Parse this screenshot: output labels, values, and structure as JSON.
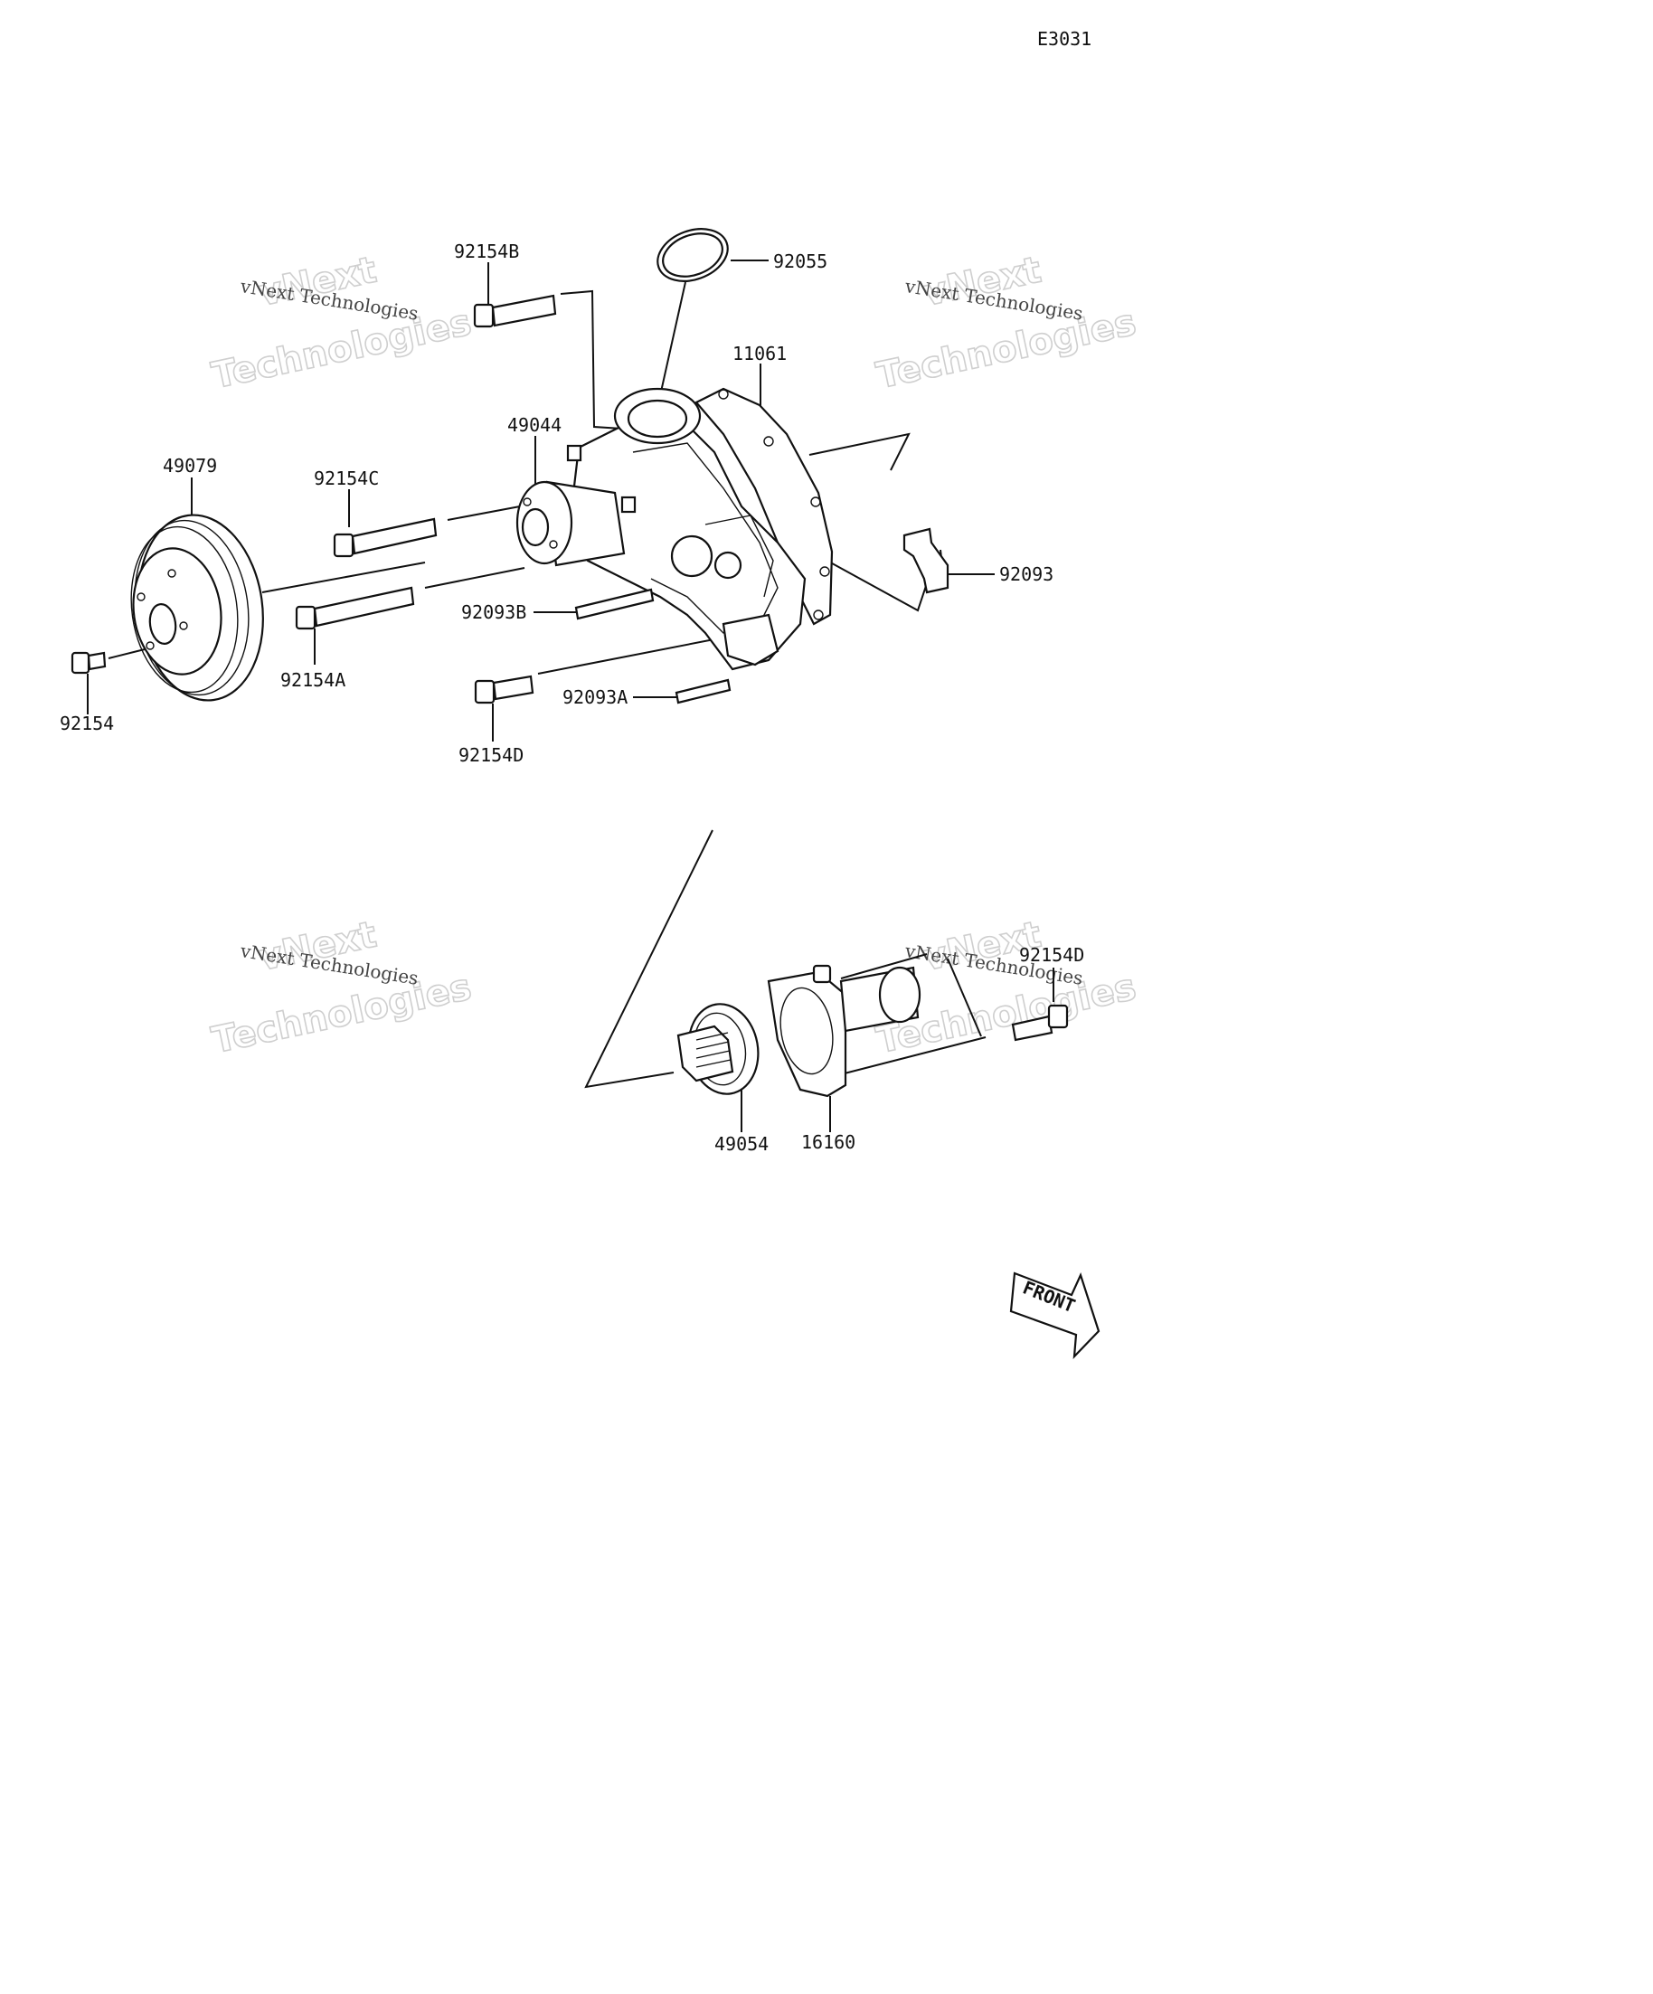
{
  "diagram_code": "E3031",
  "watermark": {
    "line1": "vNext",
    "line2": "Technologies",
    "caption": "vNext Technologies"
  },
  "parts": [
    {
      "id": "92154B",
      "label": "92154B"
    },
    {
      "id": "92055",
      "label": "92055"
    },
    {
      "id": "11061",
      "label": "11061"
    },
    {
      "id": "49044",
      "label": "49044"
    },
    {
      "id": "49079",
      "label": "49079"
    },
    {
      "id": "92154C",
      "label": "92154C"
    },
    {
      "id": "92093",
      "label": "92093"
    },
    {
      "id": "92093B",
      "label": "92093B"
    },
    {
      "id": "92154A",
      "label": "92154A"
    },
    {
      "id": "92154",
      "label": "92154"
    },
    {
      "id": "92154D_upper",
      "label": "92154D"
    },
    {
      "id": "92093A",
      "label": "92093A"
    },
    {
      "id": "92154D_lower",
      "label": "92154D"
    },
    {
      "id": "49054",
      "label": "49054"
    },
    {
      "id": "16160",
      "label": "16160"
    }
  ],
  "front_arrow": {
    "label": "FRONT"
  }
}
